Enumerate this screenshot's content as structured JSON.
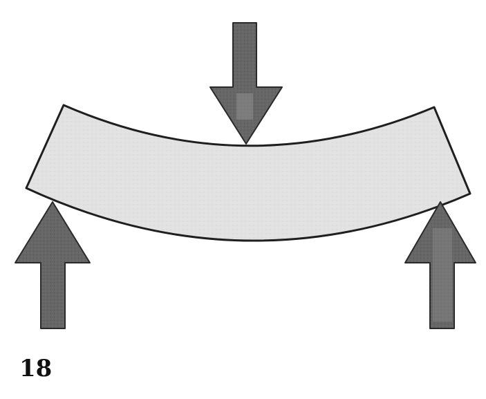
{
  "page": {
    "number": "18"
  },
  "diagram": {
    "colors": {
      "beam_fill": "#e2e2e2",
      "beam_stroke": "#1f1f1f",
      "arrow_fill": "#666666",
      "arrow_stroke": "#2a2a2a",
      "background": "#ffffff"
    },
    "elements": [
      "beam",
      "load-arrow-down",
      "support-arrow-left",
      "support-arrow-right"
    ]
  }
}
